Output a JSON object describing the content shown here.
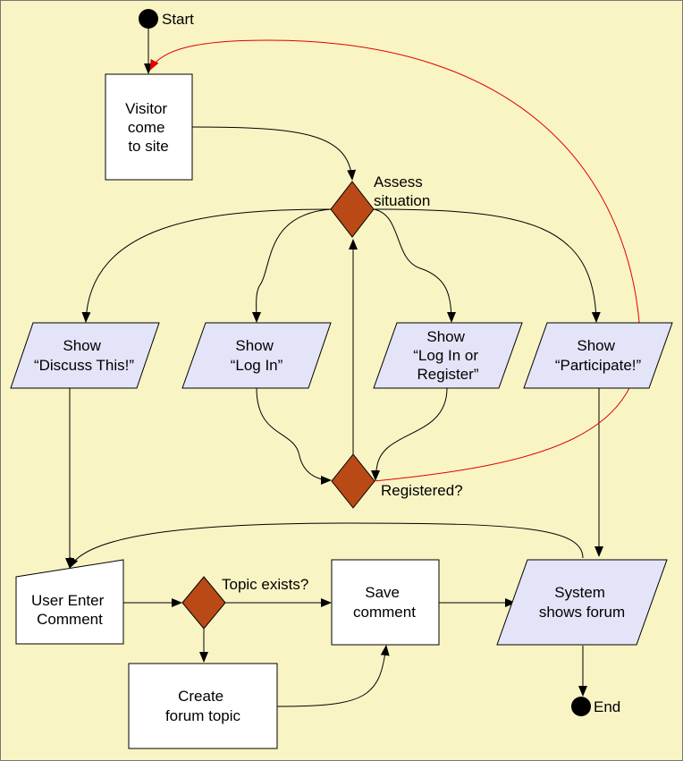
{
  "colors": {
    "background": "#f9f4c4",
    "process_fill": "#ffffff",
    "io_fill": "#e4e4f9",
    "decision_fill": "#b94a15",
    "edge": "#000000",
    "loop_edge": "#e00000"
  },
  "start": {
    "label": "Start"
  },
  "end": {
    "label": "End"
  },
  "nodes": {
    "visitor": {
      "lines": [
        "Visitor",
        "come",
        "to site"
      ]
    },
    "assess": {
      "lines": [
        "Assess",
        "situation"
      ]
    },
    "show_discuss": {
      "lines": [
        "Show",
        "“Discuss This!”"
      ]
    },
    "show_login": {
      "lines": [
        "Show",
        "“Log In”"
      ]
    },
    "show_login_register": {
      "lines": [
        "Show",
        "“Log In or",
        "Register”"
      ]
    },
    "show_participate": {
      "lines": [
        "Show",
        "“Participate!”"
      ]
    },
    "registered": {
      "lines": [
        "Registered?"
      ]
    },
    "user_enter_comment": {
      "lines": [
        "User Enter",
        "Comment"
      ]
    },
    "topic_exists": {
      "lines": [
        "Topic exists?"
      ]
    },
    "save_comment": {
      "lines": [
        "Save",
        "comment"
      ]
    },
    "system_shows_forum": {
      "lines": [
        "System",
        "shows forum"
      ]
    },
    "create_topic": {
      "lines": [
        "Create",
        "forum topic"
      ]
    }
  }
}
